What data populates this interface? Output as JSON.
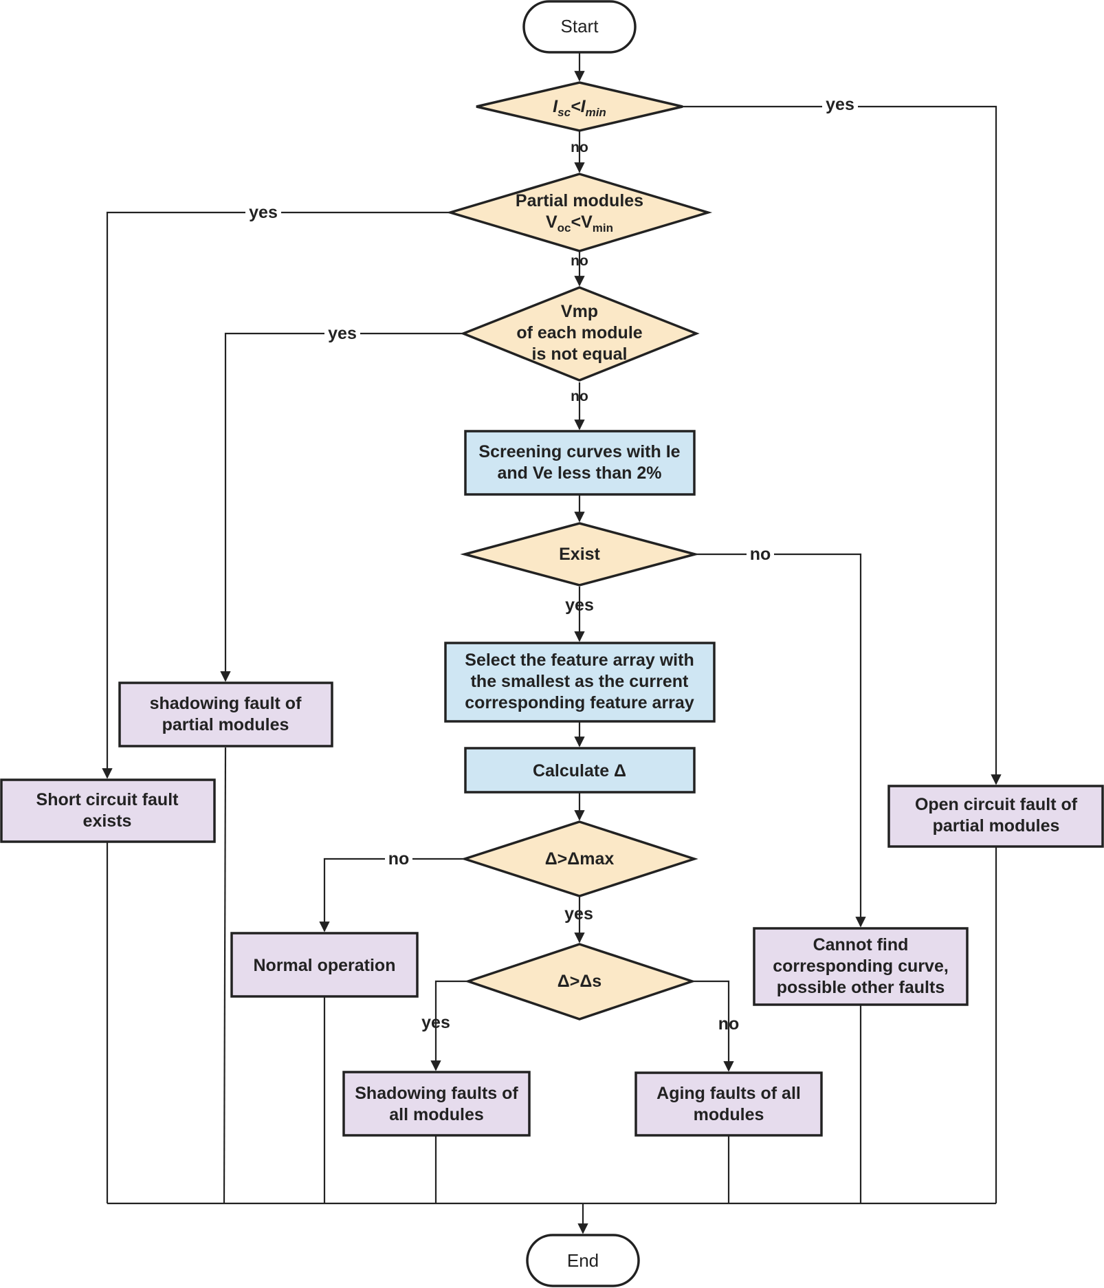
{
  "nodes": {
    "start": "Start",
    "end": "End",
    "d_isc": {
      "main": "I",
      "sub1": "sc",
      "op": "<I",
      "sub2": "min"
    },
    "d_voc": {
      "line1": "Partial modules",
      "main": "V",
      "sub1": "oc",
      "op": "<V",
      "sub2": "min"
    },
    "d_vmp": {
      "line1": "Vmp",
      "line2": "of each module",
      "line3": "is not equal"
    },
    "p_screen": {
      "line1": "Screening curves with Ie",
      "line2": "and Ve less than 2%"
    },
    "d_exist": "Exist",
    "p_select": {
      "line1": "Select the feature array with",
      "line2": "the smallest as the current",
      "line3": "corresponding feature array"
    },
    "p_calc": "Calculate Δ",
    "d_dmax": "Δ>Δmax",
    "d_ds": "Δ>Δs",
    "r_shadow_partial": {
      "line1": "shadowing fault of",
      "line2": "partial modules"
    },
    "r_short": {
      "line1": "Short circuit fault",
      "line2": "exists"
    },
    "r_open": {
      "line1": "Open circuit fault of",
      "line2": "partial modules"
    },
    "r_normal": "Normal operation",
    "r_cannot": {
      "line1": "Cannot find",
      "line2": "corresponding curve,",
      "line3": "possible other faults"
    },
    "r_shadow_all": {
      "line1": "Shadowing faults of",
      "line2": "all modules"
    },
    "r_aging": {
      "line1": "Aging faults of all",
      "line2": "modules"
    }
  },
  "edge_labels": {
    "isc_yes": "yes",
    "isc_no": "no",
    "voc_yes": "yes",
    "voc_no": "no",
    "vmp_yes": "yes",
    "vmp_no": "no",
    "exist_no": "no",
    "exist_yes": "yes",
    "dmax_no": "no",
    "dmax_yes": "yes",
    "ds_yes": "yes",
    "ds_no": "no"
  }
}
